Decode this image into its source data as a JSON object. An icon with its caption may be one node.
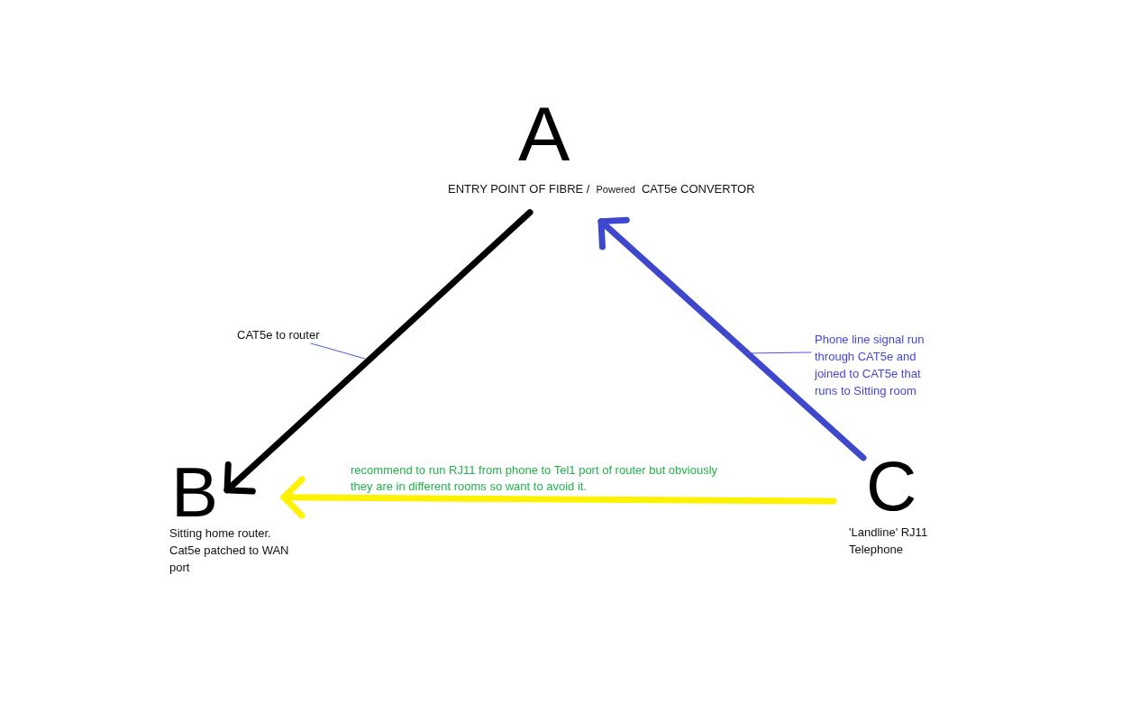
{
  "diagram": {
    "nodes": [
      {
        "text": [
          "A"
        ],
        "beside": [
          "ENTRY POINT OF FIBRE /",
          "Powered",
          "CAT5e CONVERTOR"
        ]
      },
      {
        "text": [
          "CAT5e to router"
        ]
      },
      {
        "text": [
          "Phone line signal run through CAT5e and joined to CAT5e that runs to Sitting room"
        ]
      },
      {
        "text": [
          "B"
        ],
        "beside": [
          "Sitting home router. Cat5e patched to WAN port"
        ]
      },
      {
        "text": [
          "C"
        ],
        "beside": [
          "'Landline' RJ11 Telephone"
        ]
      }
    ],
    "edges": [
      {
        "from": 0,
        "to": 3,
        "arrow": "to",
        "color": "#000000"
      },
      {
        "from": 4,
        "to": 0,
        "arrow": "to",
        "color": "#3f48cc"
      },
      {
        "from": 4,
        "to": 3,
        "arrow": "to",
        "label": "recommend to run RJ11 from phone to Tel1 port of router but obviously they are in different rooms so want to avoid it.",
        "color": "#fff200"
      },
      {
        "from": 1,
        "to": null,
        "arrow": "none",
        "color": "#4b5bd6"
      },
      {
        "from": 2,
        "to": null,
        "arrow": "none",
        "color": "#4b5bd6"
      }
    ]
  }
}
